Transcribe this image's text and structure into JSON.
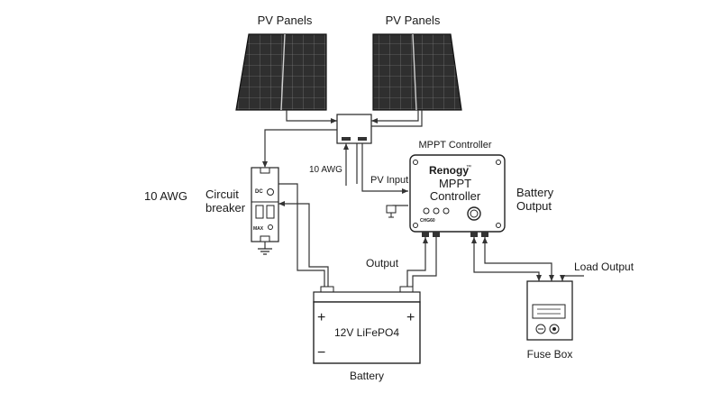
{
  "labels": {
    "pv_panels_left": "PV Panels",
    "pv_panels_right": "PV Panels",
    "mppt_title": "MPPT Controller",
    "awg_10_mid": "10 AWG",
    "awg_10_left": "10 AWG",
    "circuit_breaker_line1": "Circuit",
    "circuit_breaker_line2": "breaker",
    "pv_input": "PV Input",
    "battery_output_line1": "Battery",
    "battery_output_line2": "Output",
    "output": "Output",
    "load_output": "Load Output",
    "battery": "Battery",
    "fuse_box": "Fuse Box"
  },
  "controller": {
    "brand": "Renogy",
    "trademark": "™",
    "name_line1": "MPPT",
    "name_line2": "Controller",
    "model": "CHG60"
  },
  "breaker": {
    "type_label": "DC",
    "rating_label": "MAX"
  },
  "battery_unit": {
    "model": "12V LiFePO4",
    "plus_left": "+",
    "plus_right": "+",
    "minus": "−"
  },
  "colors": {
    "panel_fill": "#2f2f2f",
    "line": "#333333",
    "background": "#ffffff"
  }
}
